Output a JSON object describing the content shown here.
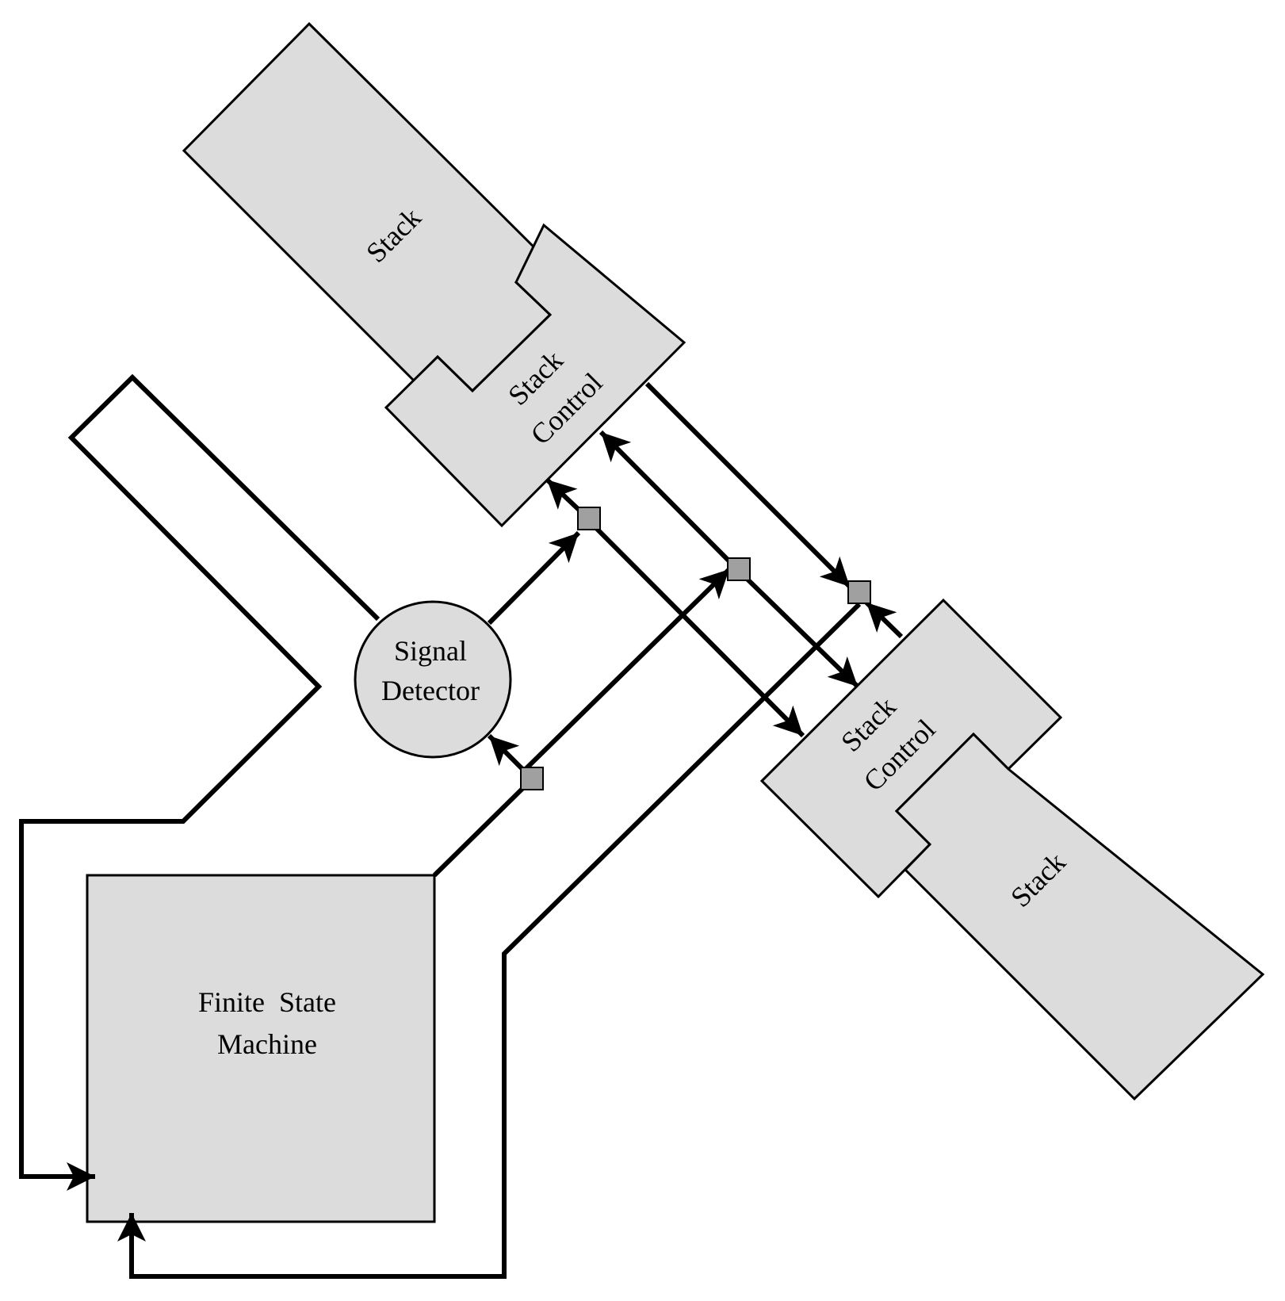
{
  "diagram": {
    "stack_top_label": "Stack",
    "stack_control_top_label_line1": "Stack",
    "stack_control_top_label_line2": "Control",
    "stack_control_bottom_label_line1": "Stack",
    "stack_control_bottom_label_line2": "Control",
    "stack_bottom_label": "Stack",
    "signal_detector_label_line1": "Signal",
    "signal_detector_label_line2": "Detector",
    "fsm_label_line1": "Finite  State",
    "fsm_label_line2": "Machine",
    "colors": {
      "block_fill": "#dcdcdc",
      "junction_fill": "#a0a0a0",
      "line": "#000000"
    }
  }
}
